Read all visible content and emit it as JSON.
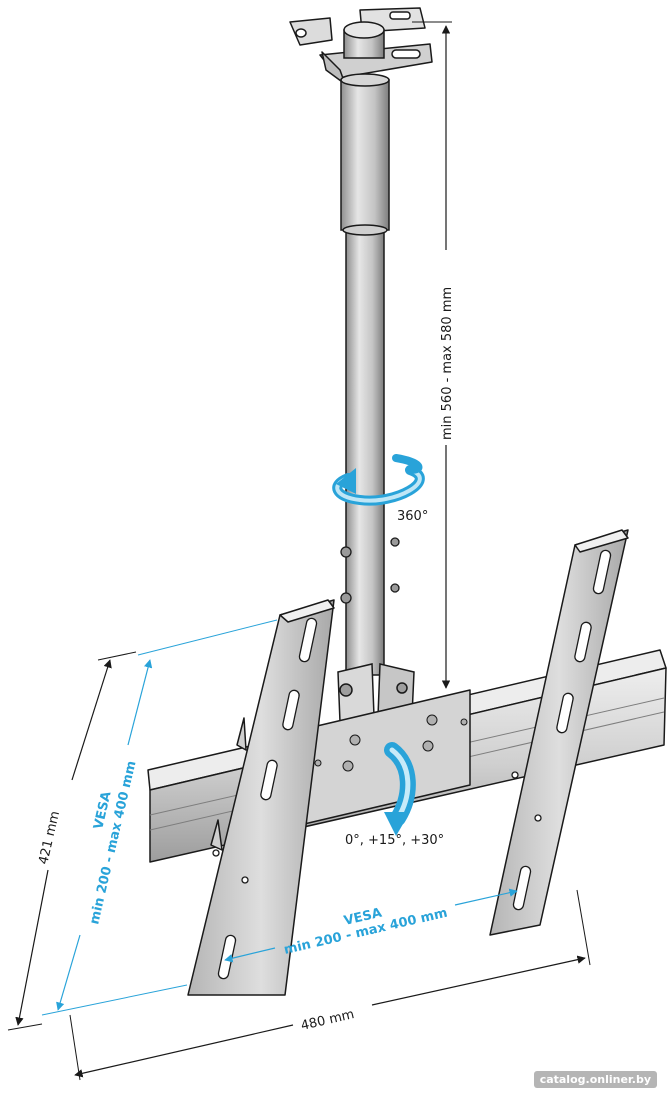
{
  "labels": {
    "height_range": "min 560 - max 580 mm",
    "rotation_pole": "360°",
    "tilt": "0°, +15°, +30°",
    "vesa_h_title": "VESA",
    "vesa_h_range": "min 200 - max 400 mm",
    "vesa_v_title": "VESA",
    "vesa_v_range": "min 200 - max 400 mm",
    "height_total": "421 mm",
    "width_total": "480 mm"
  },
  "watermark": "catalog.onliner.by",
  "colors": {
    "line": "#1a1a1a",
    "accent_blue": "#29a3d9",
    "metal_light": "#d8d8d8",
    "metal_mid": "#bdbdbd",
    "metal_dark": "#8a8a8a"
  }
}
